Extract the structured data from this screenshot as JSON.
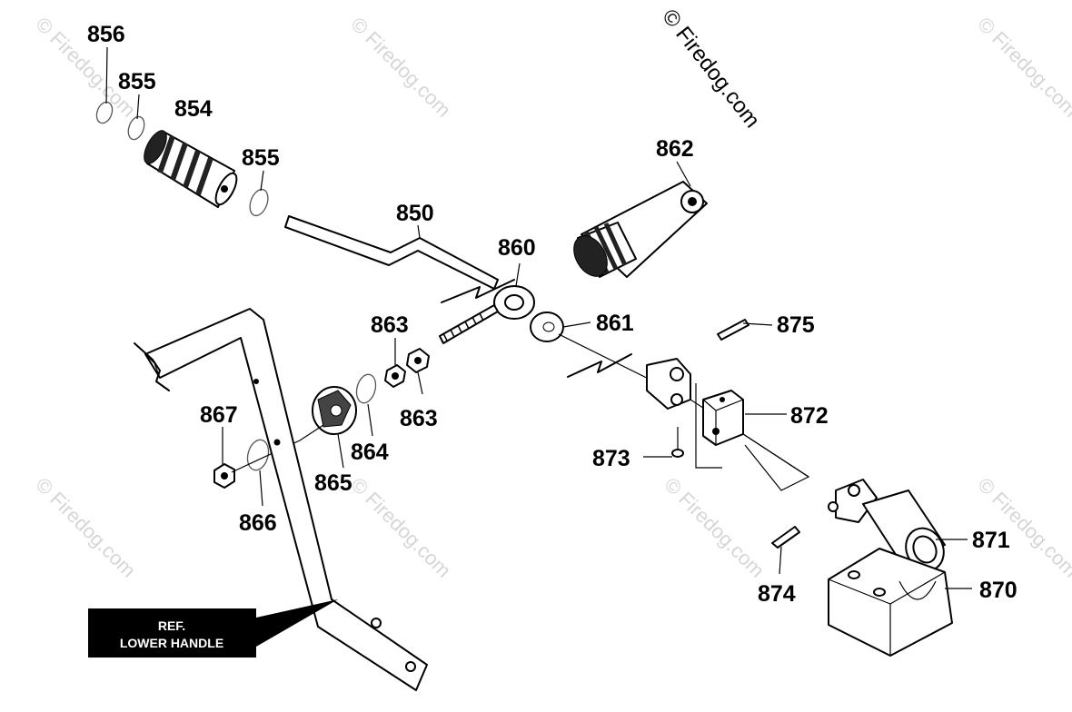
{
  "watermark": {
    "text": "© Firedog.com",
    "copyright_text": "© Firedog.com"
  },
  "callouts": {
    "p856": "856",
    "p855a": "855",
    "p854": "854",
    "p855b": "855",
    "p850": "850",
    "p862": "862",
    "p860": "860",
    "p861": "861",
    "p875": "875",
    "p863a": "863",
    "p863b": "863",
    "p872": "872",
    "p867": "867",
    "p864": "864",
    "p865": "865",
    "p866": "866",
    "p873": "873",
    "p871": "871",
    "p874": "874",
    "p870": "870"
  },
  "reference_box": {
    "line1": "REF.",
    "line2": "LOWER HANDLE",
    "background": "#000000",
    "text_color": "#ffffff"
  }
}
